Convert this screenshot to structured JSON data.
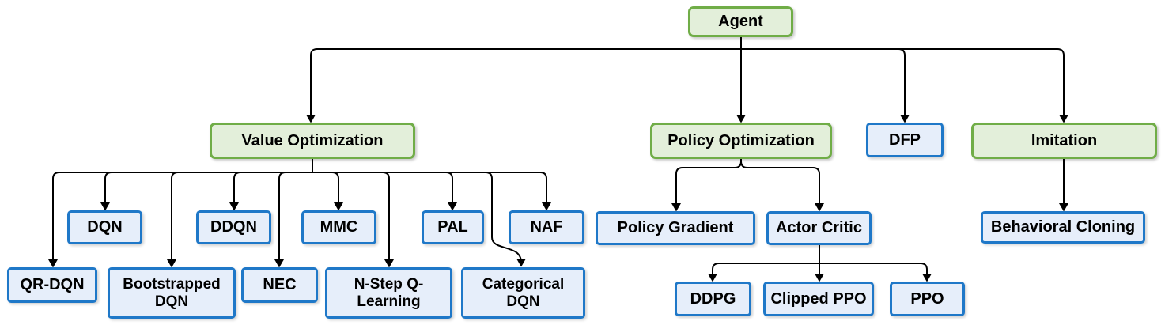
{
  "diagram": {
    "description": "Reinforcement learning agent algorithm hierarchy",
    "palette": {
      "green_fill": "#e3efda",
      "green_border": "#70ad47",
      "blue_fill": "#e6eefa",
      "blue_border": "#1f78c8",
      "connector": "#000000",
      "text": "#000000",
      "background": "#ffffff"
    },
    "nodes": {
      "agent": {
        "label": "Agent",
        "type": "green"
      },
      "value_optimization": {
        "label": "Value Optimization",
        "type": "green"
      },
      "policy_optimization": {
        "label": "Policy Optimization",
        "type": "green"
      },
      "dfp": {
        "label": "DFP",
        "type": "blue"
      },
      "imitation": {
        "label": "Imitation",
        "type": "green"
      },
      "dqn": {
        "label": "DQN",
        "type": "blue"
      },
      "ddqn": {
        "label": "DDQN",
        "type": "blue"
      },
      "mmc": {
        "label": "MMC",
        "type": "blue"
      },
      "pal": {
        "label": "PAL",
        "type": "blue"
      },
      "naf": {
        "label": "NAF",
        "type": "blue"
      },
      "qr_dqn": {
        "label": "QR-DQN",
        "type": "blue"
      },
      "bootstrapped_dqn": {
        "label": "Bootstrapped DQN",
        "type": "blue"
      },
      "nec": {
        "label": "NEC",
        "type": "blue"
      },
      "n_step_q_learning": {
        "label": "N-Step Q-Learning",
        "type": "blue"
      },
      "categorical_dqn": {
        "label": "Categorical DQN",
        "type": "blue"
      },
      "policy_gradient": {
        "label": "Policy Gradient",
        "type": "blue"
      },
      "actor_critic": {
        "label": "Actor Critic",
        "type": "blue"
      },
      "behavioral_cloning": {
        "label": "Behavioral Cloning",
        "type": "blue"
      },
      "ddpg": {
        "label": "DDPG",
        "type": "blue"
      },
      "clipped_ppo": {
        "label": "Clipped PPO",
        "type": "blue"
      },
      "ppo": {
        "label": "PPO",
        "type": "blue"
      }
    },
    "edges": [
      {
        "from": "agent",
        "to": "value_optimization"
      },
      {
        "from": "agent",
        "to": "policy_optimization"
      },
      {
        "from": "agent",
        "to": "dfp"
      },
      {
        "from": "agent",
        "to": "imitation"
      },
      {
        "from": "value_optimization",
        "to": "qr_dqn"
      },
      {
        "from": "value_optimization",
        "to": "dqn"
      },
      {
        "from": "value_optimization",
        "to": "bootstrapped_dqn"
      },
      {
        "from": "value_optimization",
        "to": "ddqn"
      },
      {
        "from": "value_optimization",
        "to": "nec"
      },
      {
        "from": "value_optimization",
        "to": "mmc"
      },
      {
        "from": "value_optimization",
        "to": "n_step_q_learning"
      },
      {
        "from": "value_optimization",
        "to": "pal"
      },
      {
        "from": "value_optimization",
        "to": "categorical_dqn"
      },
      {
        "from": "value_optimization",
        "to": "naf"
      },
      {
        "from": "policy_optimization",
        "to": "policy_gradient"
      },
      {
        "from": "policy_optimization",
        "to": "actor_critic"
      },
      {
        "from": "actor_critic",
        "to": "ddpg"
      },
      {
        "from": "actor_critic",
        "to": "clipped_ppo"
      },
      {
        "from": "actor_critic",
        "to": "ppo"
      },
      {
        "from": "imitation",
        "to": "behavioral_cloning"
      }
    ]
  }
}
